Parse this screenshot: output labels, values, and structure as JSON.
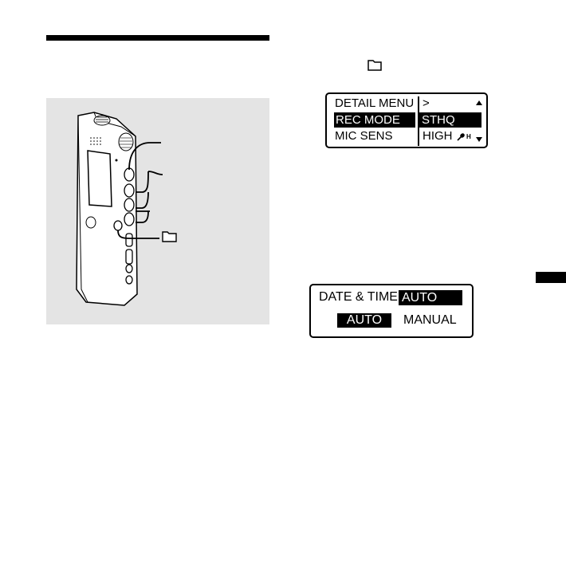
{
  "menu_lcd": {
    "rows": [
      {
        "label": "DETAIL MENU",
        "value": ">"
      },
      {
        "label": "REC MODE",
        "value": "STHQ"
      },
      {
        "label": "MIC SENS",
        "value": "HIGH"
      }
    ],
    "mic_level_badge": "H"
  },
  "date_lcd": {
    "label": "DATE & TIME",
    "value": "AUTO",
    "options": [
      "AUTO",
      "MANUAL"
    ]
  },
  "icons": {
    "folder": "folder-icon",
    "scroll_up": "triangle-up-icon",
    "scroll_down": "triangle-down-icon",
    "microphone": "microphone-icon"
  },
  "colors": {
    "illustration_bg": "#e4e4e4",
    "ink": "#000000"
  }
}
